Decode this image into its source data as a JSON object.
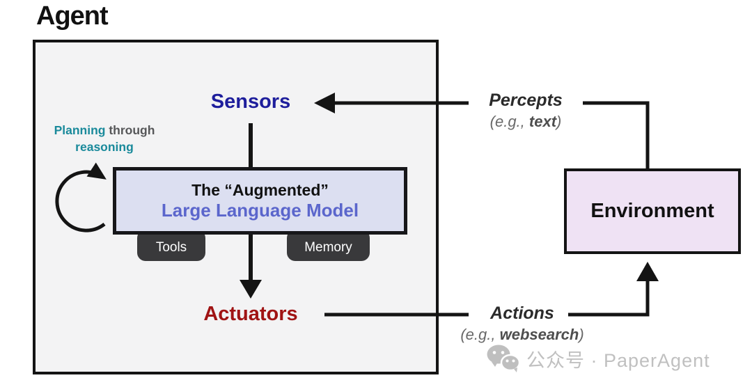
{
  "title": "Agent",
  "agent_box": {
    "sensors_label": "Sensors",
    "actuators_label": "Actuators",
    "planning": {
      "word_highlight": "Planning",
      "word_rest": "through",
      "line2": "reasoning"
    },
    "llm": {
      "line1": "The “Augmented”",
      "line2": "Large Language Model"
    },
    "tabs": [
      {
        "label": "Tools"
      },
      {
        "label": "Memory"
      }
    ]
  },
  "environment": {
    "label": "Environment"
  },
  "percepts": {
    "label": "Percepts",
    "example_prefix": "(e.g., ",
    "example_bold": "text",
    "example_suffix": ")"
  },
  "actions": {
    "label": "Actions",
    "example_prefix": "(e.g., ",
    "example_bold": "websearch",
    "example_suffix": ")"
  },
  "watermark": {
    "icon": "wechat-icon",
    "text": "公众号 · PaperAgent"
  },
  "colors": {
    "sensors_text": "#1e1e9c",
    "actuators_text": "#a01414",
    "planning_teal": "#1a8a9b",
    "llm_box_fill": "#dcdff1",
    "llm_line2_text": "#5b66cc",
    "tab_bg": "#39393b",
    "agent_box_fill": "#f3f3f4",
    "environment_fill": "#efe2f4",
    "arrow_line": "#141414",
    "watermark_gray": "#c0c0c0"
  }
}
